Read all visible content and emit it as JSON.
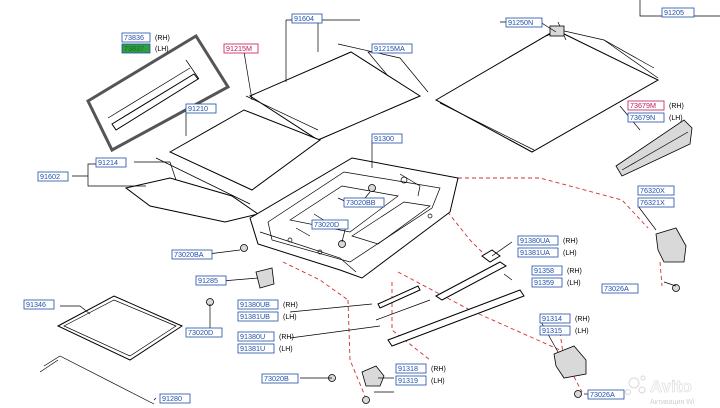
{
  "diagram": {
    "labels": {
      "p91205": "91205",
      "p91604": "91604",
      "p91250N": "91250N",
      "p73836": "73836",
      "p73837": "73837",
      "p91215M": "91215M",
      "p91215MA": "91215MA",
      "p91210": "91210",
      "p73679M": "73679M",
      "p73679N": "73679N",
      "p91214": "91214",
      "p91602": "91602",
      "p91300": "91300",
      "p73020BB": "73020BB",
      "p76320X": "76320X",
      "p76321X": "76321X",
      "p73020D_top": "73020D",
      "p91380UA": "91380UA",
      "p91381UA": "91381UA",
      "p73020BA": "73020BA",
      "p91358": "91358",
      "p91359": "91359",
      "p91285": "91285",
      "p73026A_right": "73026A",
      "p91346": "91346",
      "p91380UB": "91380UB",
      "p91381UB": "91381UB",
      "p73020D_bottom": "73020D",
      "p91314": "91314",
      "p91315": "91315",
      "p91380U": "91380U",
      "p91381U": "91381U",
      "p91318": "91318",
      "p91319": "91319",
      "p73020B": "73020B",
      "p73026A_bottom": "73026A",
      "p91280": "91280"
    },
    "sides": {
      "rh": "(RH)",
      "lh": "(LH)"
    },
    "colors": {
      "frame_blue": "#1f4fa8",
      "highlight_green": "#2e9e3e",
      "pink_text": "#c2185b",
      "callout_grey": "#555555",
      "dashed_red": "#d32f2f"
    }
  },
  "watermark": {
    "brand": "Avito",
    "line1": "Активация Wi",
    "icon": "avito-logo-icon"
  }
}
